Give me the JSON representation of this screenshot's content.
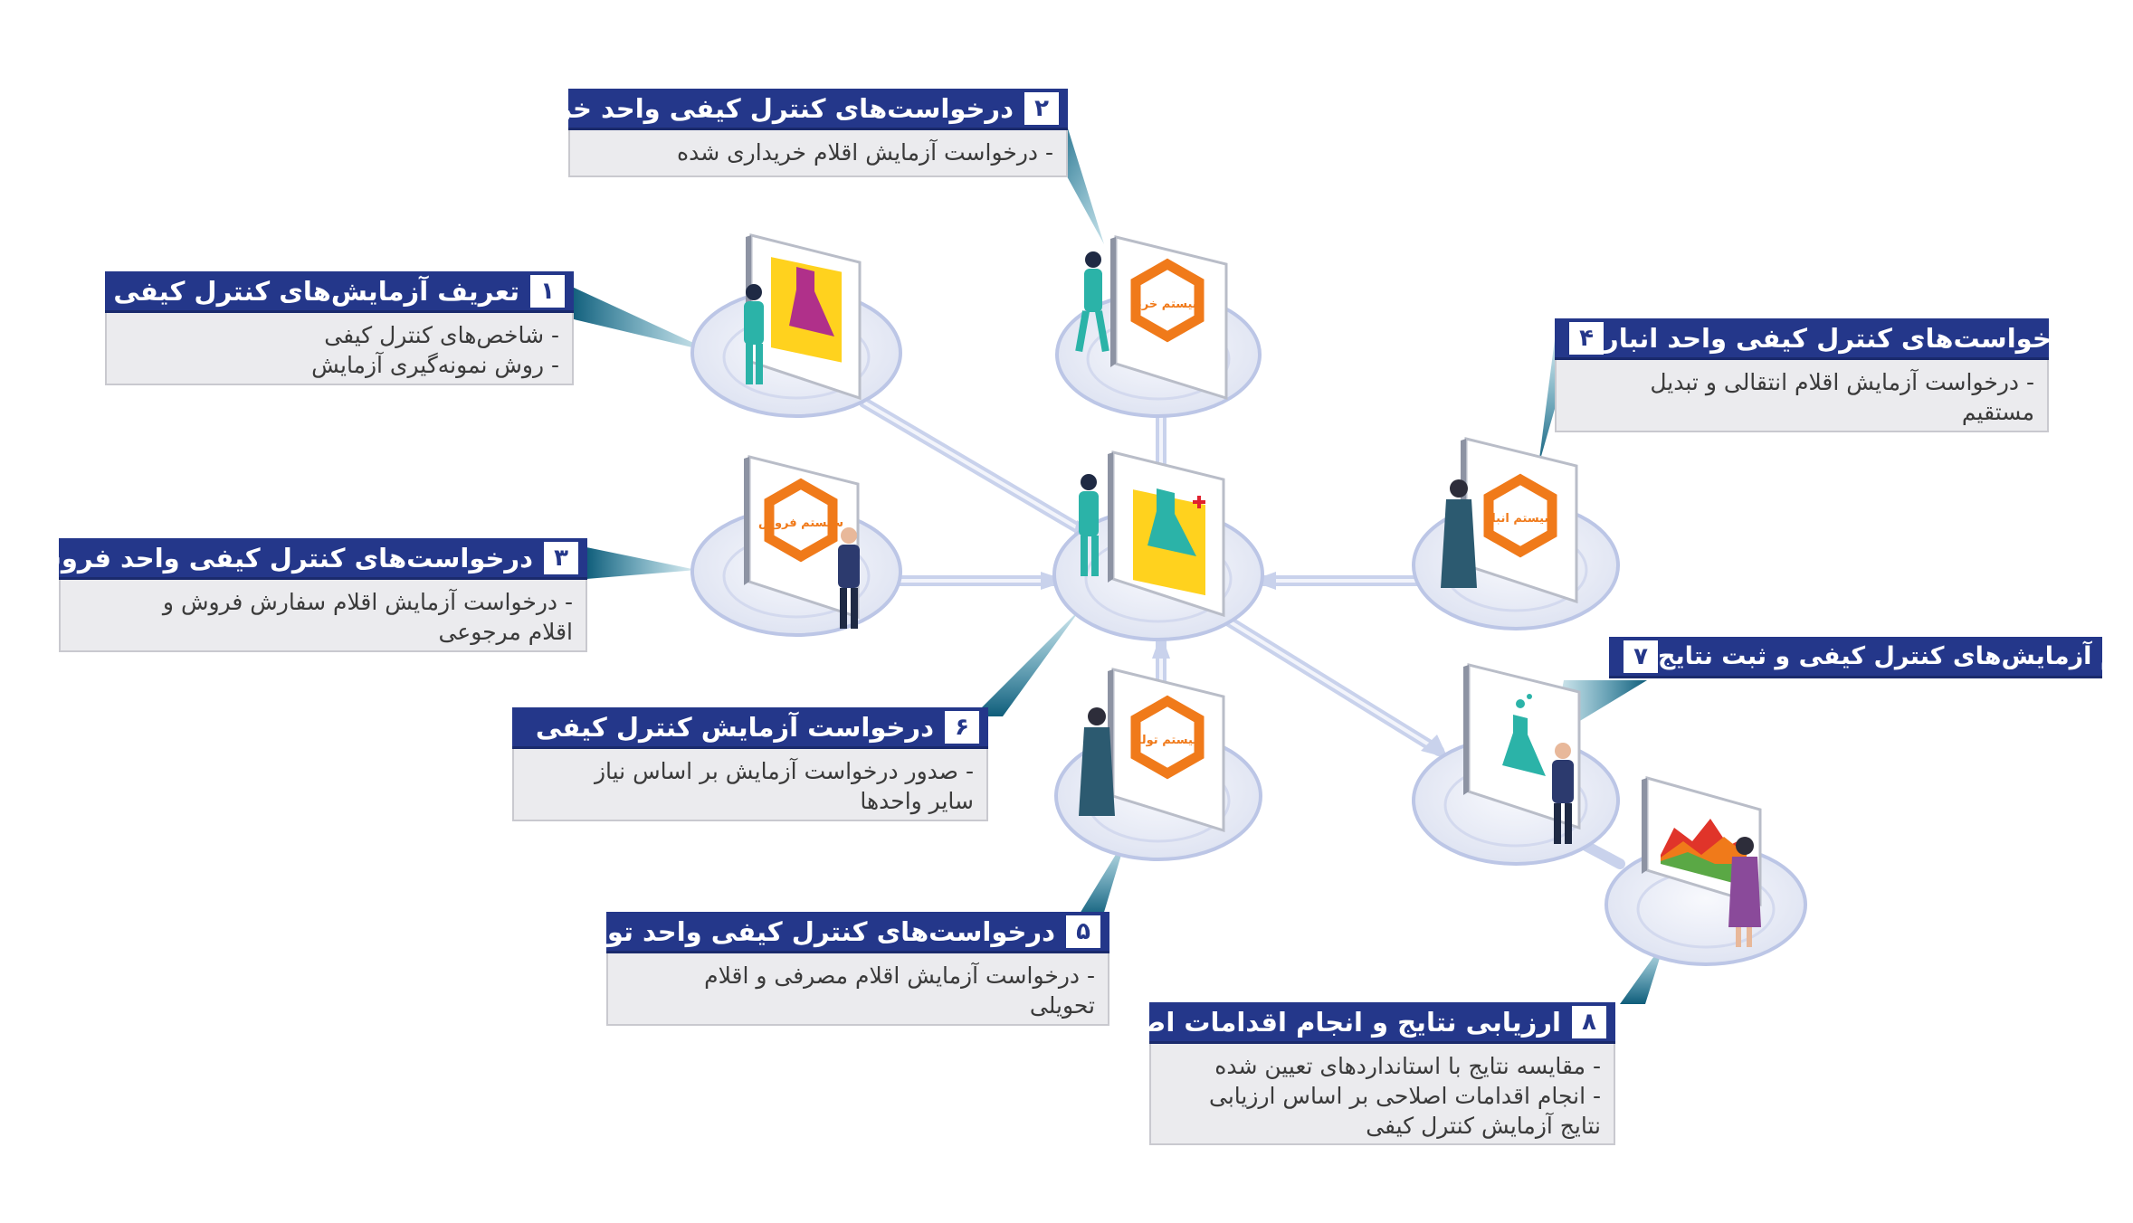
{
  "colors": {
    "title_bg": "#24378a",
    "title_text": "#ffffff",
    "body_bg": "#ebebee",
    "connector": "#1a6e8a",
    "accent_orange": "#f07a1a",
    "accent_yellow": "#ffd21e",
    "accent_magenta": "#b0308a",
    "accent_teal": "#2bb3a8",
    "platform": "#e9ecf6"
  },
  "icons": {
    "flask": "flask-icon",
    "system_badge": "hexagon-badge-icon",
    "chart": "area-chart-icon",
    "person": "person-icon"
  },
  "boards": {
    "purchase": "سیستم خرید",
    "sales": "سیستم فروش",
    "warehouse": "سیستم انبار",
    "production": "سیستم تولید"
  },
  "callouts": [
    {
      "id": "c1",
      "number": "۱",
      "title": "تعریف آزمایش‌های کنترل کیفی",
      "lines": [
        "- شاخص‌های کنترل کیفی",
        "- روش نمونه‌گیری آزمایش"
      ]
    },
    {
      "id": "c2",
      "number": "۲",
      "title": "درخواست‌های کنترل کیفی واحد خرید",
      "lines": [
        "- درخواست آزمایش اقلام خریداری شده"
      ]
    },
    {
      "id": "c3",
      "number": "۳",
      "title": "درخواست‌های کنترل کیفی واحد فروش",
      "lines": [
        "- درخواست آزمایش اقلام سفارش فروش و",
        "اقلام مرجوعی"
      ]
    },
    {
      "id": "c4",
      "number": "۴",
      "title": "درخواست‌های کنترل کیفی واحد انبار",
      "lines": [
        "- درخواست آزمایش اقلام انتقالی و تبدیل",
        "مستقیم"
      ]
    },
    {
      "id": "c5",
      "number": "۵",
      "title": "درخواست‌های کنترل کیفی واحد تولید",
      "lines": [
        "- درخواست آزمایش اقلام مصرفی و اقلام",
        "تحویلی"
      ]
    },
    {
      "id": "c6",
      "number": "۶",
      "title": "درخواست آزمایش کنترل کیفی",
      "lines": [
        "- صدور درخواست آزمایش بر اساس نیاز",
        "سایر واحدها"
      ]
    },
    {
      "id": "c7",
      "number": "۷",
      "title": "انجام آزمایش‌های کنترل کیفی و ثبت نتایج",
      "lines": []
    },
    {
      "id": "c8",
      "number": "۸",
      "title": "ارزیابی نتایج و انجام اقدامات اصلاحی",
      "lines": [
        "- مقایسه نتایج با استانداردهای تعیین شده",
        "- انجام اقدامات اصلاحی بر اساس ارزیابی",
        "نتایج آزمایش کنترل کیفی"
      ]
    }
  ]
}
